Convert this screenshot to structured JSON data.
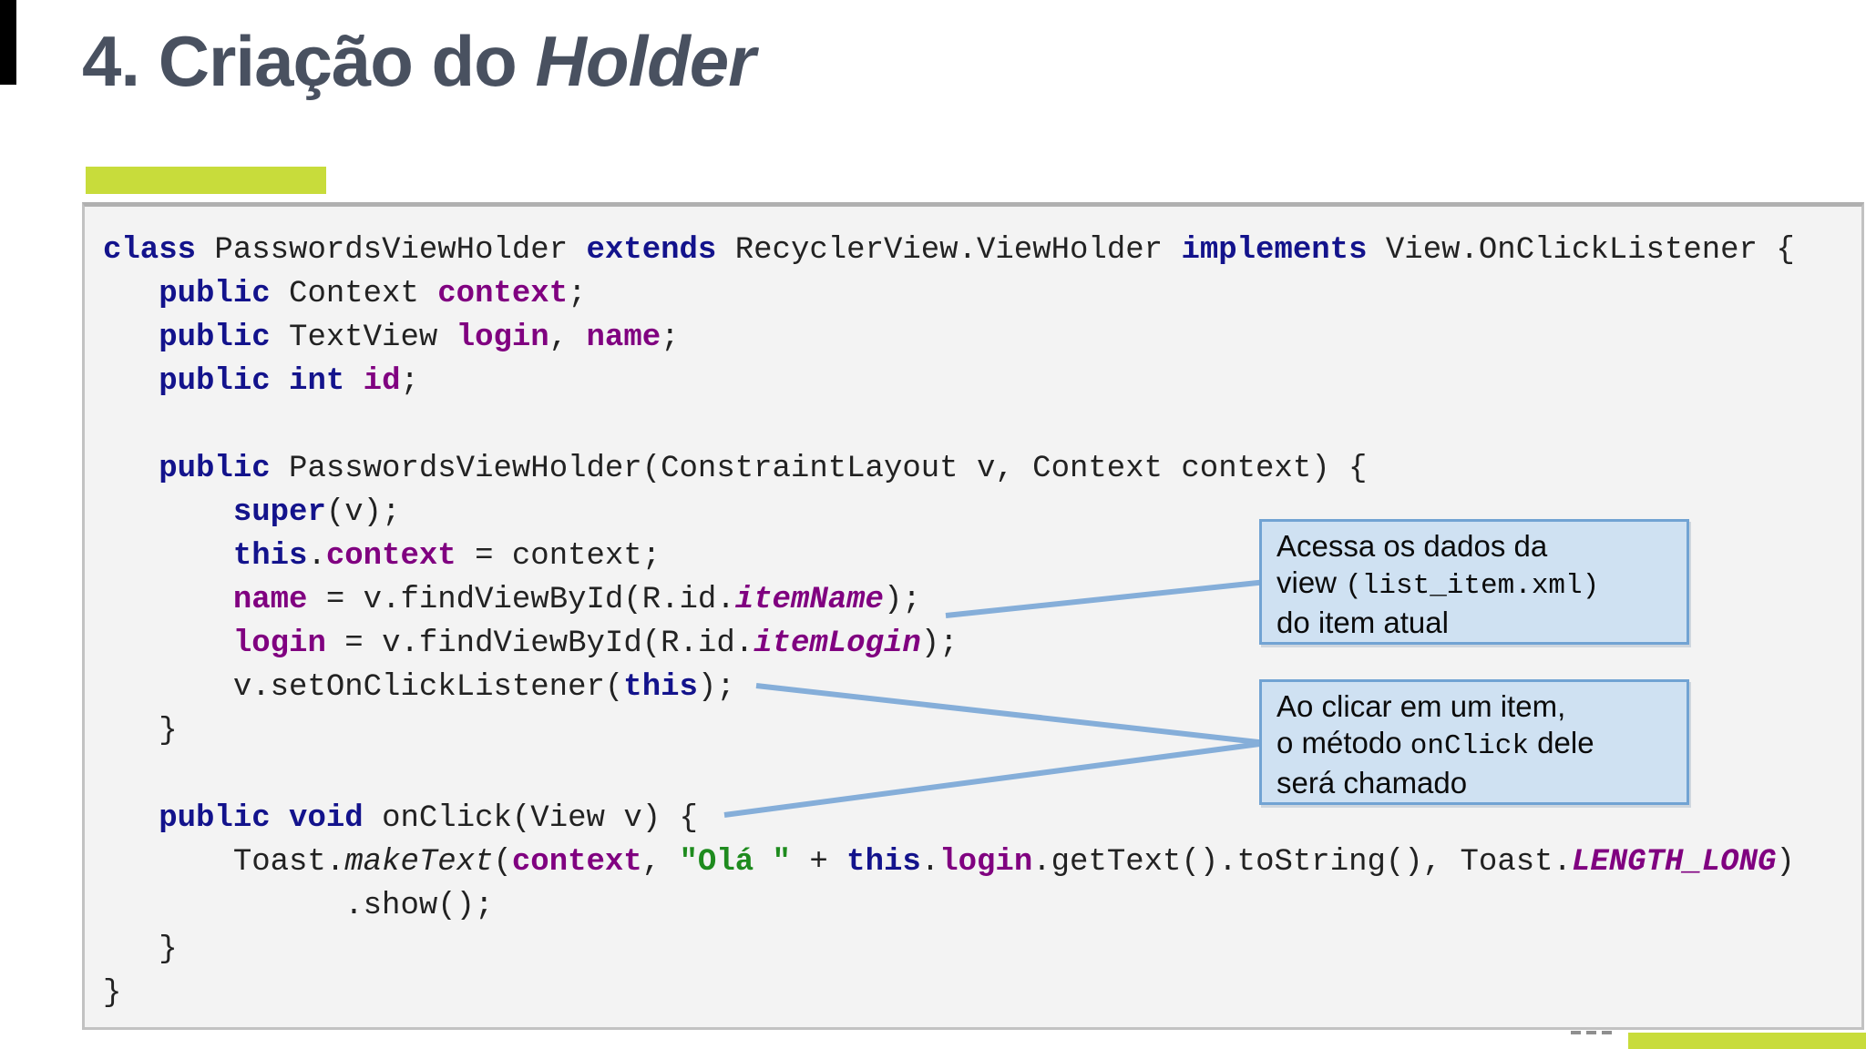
{
  "slide": {
    "title_prefix": "4. Criação do ",
    "title_emphasis": "Holder",
    "colors": {
      "accent_lime": "#c8dc3b",
      "title_text": "#495160",
      "code_keyword": "#13138c",
      "code_identifier": "#800080",
      "code_string": "#1e8b1e",
      "callout_bg": "#cfe1f2",
      "callout_border": "#71a3d3",
      "connector_blue": "#85aed9"
    }
  },
  "code_block": {
    "language": "java",
    "lines": [
      [
        {
          "s": "kw",
          "t": "class"
        },
        {
          "s": "pl",
          "t": " PasswordsViewHolder "
        },
        {
          "s": "kw",
          "t": "extends"
        },
        {
          "s": "pl",
          "t": " RecyclerView.ViewHolder "
        },
        {
          "s": "kw",
          "t": "implements"
        },
        {
          "s": "pl",
          "t": " View.OnClickListener {"
        }
      ],
      [
        {
          "s": "pl",
          "t": "   "
        },
        {
          "s": "kw",
          "t": "public"
        },
        {
          "s": "pl",
          "t": " Context "
        },
        {
          "s": "id",
          "t": "context"
        },
        {
          "s": "pl",
          "t": ";"
        }
      ],
      [
        {
          "s": "pl",
          "t": "   "
        },
        {
          "s": "kw",
          "t": "public"
        },
        {
          "s": "pl",
          "t": " TextView "
        },
        {
          "s": "id",
          "t": "login"
        },
        {
          "s": "pl",
          "t": ", "
        },
        {
          "s": "id",
          "t": "name"
        },
        {
          "s": "pl",
          "t": ";"
        }
      ],
      [
        {
          "s": "pl",
          "t": "   "
        },
        {
          "s": "kw",
          "t": "public"
        },
        {
          "s": "pl",
          "t": " "
        },
        {
          "s": "kw",
          "t": "int"
        },
        {
          "s": "pl",
          "t": " "
        },
        {
          "s": "id",
          "t": "id"
        },
        {
          "s": "pl",
          "t": ";"
        }
      ],
      [],
      [
        {
          "s": "pl",
          "t": "   "
        },
        {
          "s": "kw",
          "t": "public"
        },
        {
          "s": "pl",
          "t": " PasswordsViewHolder(ConstraintLayout v, Context context) {"
        }
      ],
      [
        {
          "s": "pl",
          "t": "       "
        },
        {
          "s": "kw",
          "t": "super"
        },
        {
          "s": "pl",
          "t": "(v);"
        }
      ],
      [
        {
          "s": "pl",
          "t": "       "
        },
        {
          "s": "kw",
          "t": "this"
        },
        {
          "s": "pl",
          "t": "."
        },
        {
          "s": "id",
          "t": "context"
        },
        {
          "s": "pl",
          "t": " = context;"
        }
      ],
      [
        {
          "s": "pl",
          "t": "       "
        },
        {
          "s": "id",
          "t": "name"
        },
        {
          "s": "pl",
          "t": " = v.findViewById(R.id."
        },
        {
          "s": "idi",
          "t": "itemName"
        },
        {
          "s": "pl",
          "t": ");"
        }
      ],
      [
        {
          "s": "pl",
          "t": "       "
        },
        {
          "s": "id",
          "t": "login"
        },
        {
          "s": "pl",
          "t": " = v.findViewById(R.id."
        },
        {
          "s": "idi",
          "t": "itemLogin"
        },
        {
          "s": "pl",
          "t": ");"
        }
      ],
      [
        {
          "s": "pl",
          "t": "       v.setOnClickListener("
        },
        {
          "s": "kw",
          "t": "this"
        },
        {
          "s": "pl",
          "t": ");"
        }
      ],
      [
        {
          "s": "pl",
          "t": "   }"
        }
      ],
      [],
      [
        {
          "s": "pl",
          "t": "   "
        },
        {
          "s": "kw",
          "t": "public"
        },
        {
          "s": "pl",
          "t": " "
        },
        {
          "s": "kw",
          "t": "void"
        },
        {
          "s": "pl",
          "t": " onClick(View v) {"
        }
      ],
      [
        {
          "s": "pl",
          "t": "       Toast."
        },
        {
          "s": "it",
          "t": "makeText"
        },
        {
          "s": "pl",
          "t": "("
        },
        {
          "s": "id",
          "t": "context"
        },
        {
          "s": "pl",
          "t": ", "
        },
        {
          "s": "str",
          "t": "\"Olá \""
        },
        {
          "s": "pl",
          "t": " + "
        },
        {
          "s": "kw",
          "t": "this"
        },
        {
          "s": "pl",
          "t": "."
        },
        {
          "s": "id",
          "t": "login"
        },
        {
          "s": "pl",
          "t": ".getText().toString(), Toast."
        },
        {
          "s": "idi",
          "t": "LENGTH_LONG"
        },
        {
          "s": "pl",
          "t": ")"
        }
      ],
      [
        {
          "s": "pl",
          "t": "             .show();"
        }
      ],
      [
        {
          "s": "pl",
          "t": "   }"
        }
      ],
      [
        {
          "s": "pl",
          "t": "}"
        }
      ]
    ]
  },
  "callouts": [
    {
      "name": "callout-view-data",
      "lines": [
        [
          {
            "t": "Acessa os dados da"
          }
        ],
        [
          {
            "t": "view "
          },
          {
            "t": "(list_item.xml)",
            "mono": true
          }
        ],
        [
          {
            "t": "do item atual"
          }
        ]
      ]
    },
    {
      "name": "callout-onclick",
      "lines": [
        [
          {
            "t": "Ao clicar em um item,"
          }
        ],
        [
          {
            "t": "o método "
          },
          {
            "t": "onClick",
            "mono": true
          },
          {
            "t": " dele"
          }
        ],
        [
          {
            "t": "será chamado"
          }
        ]
      ]
    }
  ],
  "footer": {
    "page_marks": "···"
  }
}
